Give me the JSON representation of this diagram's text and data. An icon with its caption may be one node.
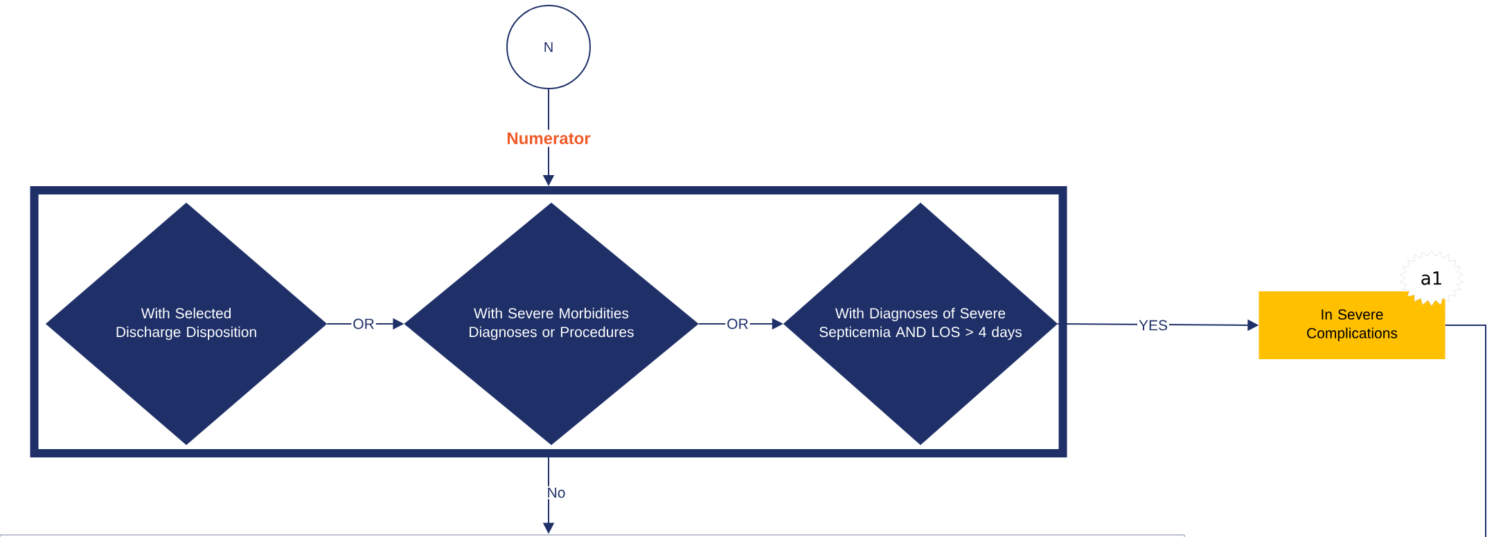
{
  "diagram": {
    "nodes": [
      {
        "text": [
          "N"
        ]
      },
      {
        "text": [],
        "shape": "box"
      },
      {
        "text": [
          "With Selected Discharge Disposition"
        ],
        "in": 1
      },
      {
        "text": [
          "With Severe Morbidities Diagnoses or Procedures"
        ],
        "in": 1
      },
      {
        "text": [
          "With Diagnoses of Severe Septicemia AND LOS > 4 days"
        ],
        "in": 1
      },
      {
        "text": [
          "In Severe Complications"
        ]
      },
      {
        "text": [
          "a1"
        ]
      },
      {
        "text": [],
        "shape": "box"
      }
    ],
    "edges": [
      {
        "from": 0,
        "to": 1,
        "arrow": "to",
        "label": "Numerator"
      },
      {
        "from": 2,
        "to": 3,
        "arrow": "to",
        "label": "OR"
      },
      {
        "from": 3,
        "to": 4,
        "arrow": "to",
        "label": "OR"
      },
      {
        "from": 4,
        "to": 5,
        "arrow": "to",
        "label": "YES"
      },
      {
        "from": 1,
        "to": 7,
        "arrow": "to",
        "label": "No"
      },
      {
        "from": 5,
        "to": null,
        "arrow": "none"
      }
    ]
  }
}
